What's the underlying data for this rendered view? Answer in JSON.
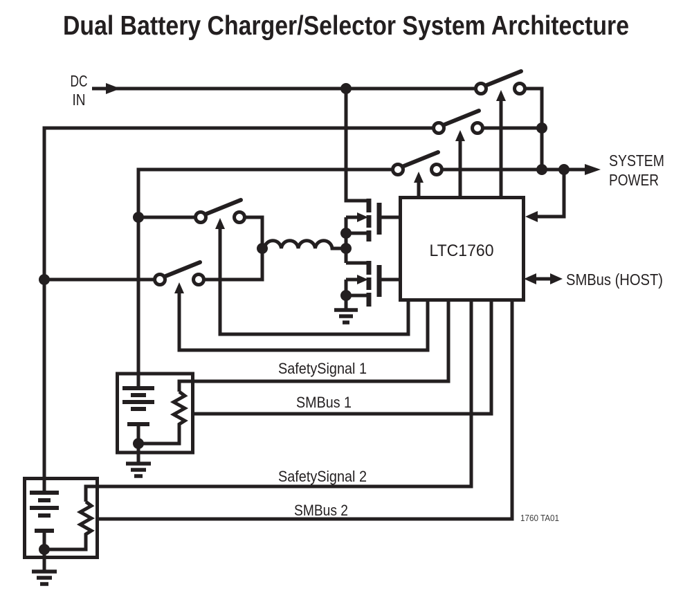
{
  "title": "Dual Battery Charger/Selector System Architecture",
  "labels": {
    "dc_in": [
      "DC",
      "IN"
    ],
    "system_power": [
      "SYSTEM",
      "POWER"
    ],
    "chip": "LTC1760",
    "smbus_host": "SMBus (HOST)",
    "safety_signal_1": "SafetySignal 1",
    "smbus_1": "SMBus 1",
    "safety_signal_2": "SafetySignal 2",
    "smbus_2": "SMBus 2",
    "figure_ref": "1760 TA01"
  },
  "colors": {
    "line": "#231f20",
    "chip_fill": "#e6c2bc",
    "background": "#ffffff"
  },
  "components": {
    "chip": "LTC1760",
    "power_path_switches": 3,
    "battery_select_switches": 2,
    "charger_mosfets": 2,
    "inductor": 1,
    "battery_packs_with_thermistor": 2,
    "ground_symbols": 3
  }
}
